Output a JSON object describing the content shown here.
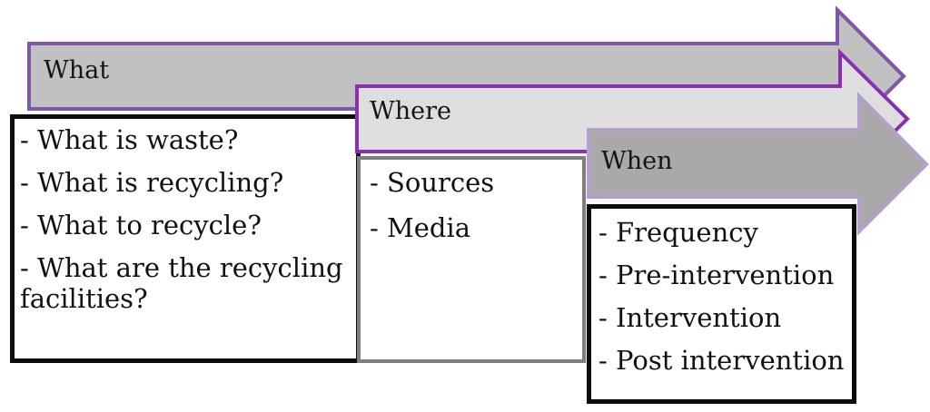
{
  "diagram": {
    "arrows": [
      {
        "id": "what",
        "label": "What",
        "fill_color": "#c1c1c1",
        "border_color": "#7d57a8"
      },
      {
        "id": "where",
        "label": "Where",
        "fill_color": "#dedede",
        "border_color": "#8a2fb0"
      },
      {
        "id": "when",
        "label": "When",
        "fill_color": "#a9a9a9",
        "border_color": "#b49fcd"
      }
    ],
    "boxes": [
      {
        "id": "what-details",
        "border_color": "#0d0d0d",
        "items": [
          "- What is waste?",
          "- What is recycling?",
          "- What to recycle?",
          "- What are the recycling facilities?"
        ]
      },
      {
        "id": "where-details",
        "border_color": "#7f7f7f",
        "items": [
          "- Sources",
          "- Media"
        ]
      },
      {
        "id": "when-details",
        "border_color": "#0d0d0d",
        "items": [
          "- Frequency",
          "- Pre-intervention",
          "- Intervention",
          "- Post intervention"
        ]
      }
    ]
  }
}
